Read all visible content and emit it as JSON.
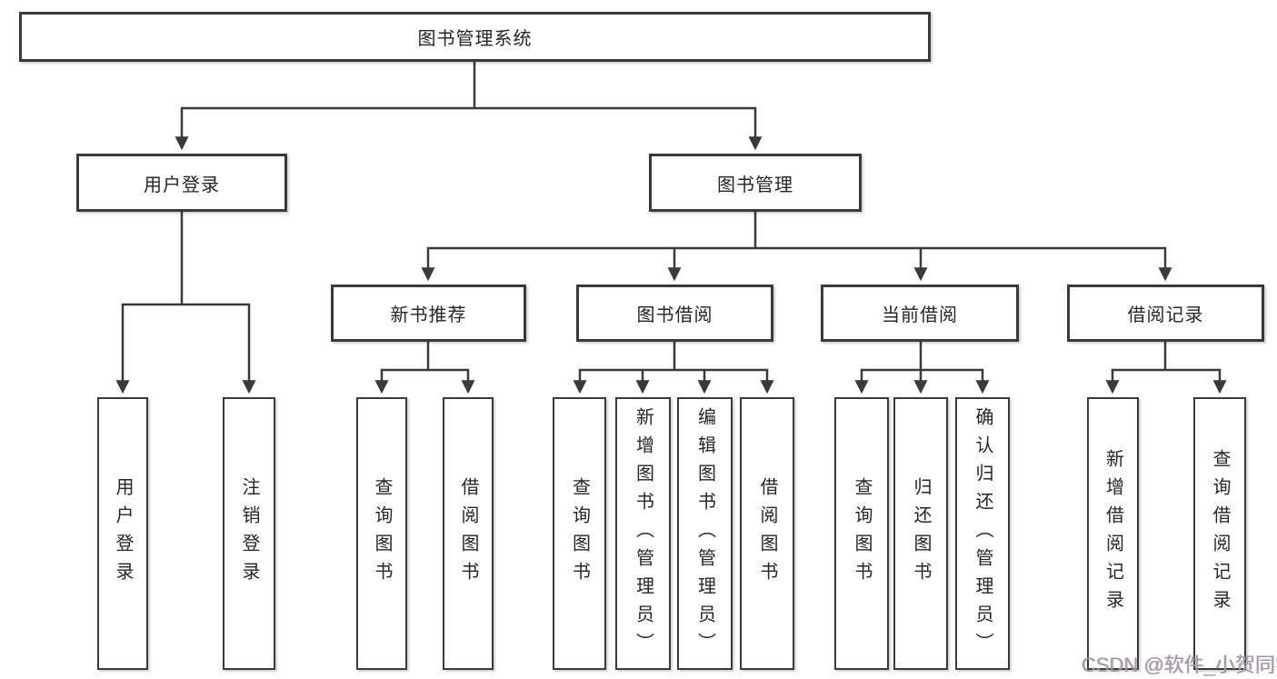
{
  "diagram": {
    "type": "hierarchy-tree",
    "root": {
      "label": "图书管理系统",
      "children": [
        {
          "label": "用户登录",
          "children": [
            {
              "label": "用户登录"
            },
            {
              "label": "注销登录"
            }
          ]
        },
        {
          "label": "图书管理",
          "children": [
            {
              "label": "新书推荐",
              "children": [
                {
                  "label": "查询图书"
                },
                {
                  "label": "借阅图书"
                }
              ]
            },
            {
              "label": "图书借阅",
              "children": [
                {
                  "label": "查询图书"
                },
                {
                  "label": "新增图书（管理员）"
                },
                {
                  "label": "编辑图书（管理员）"
                },
                {
                  "label": "借阅图书"
                }
              ]
            },
            {
              "label": "当前借阅",
              "children": [
                {
                  "label": "查询图书"
                },
                {
                  "label": "归还图书"
                },
                {
                  "label": "确认归还（管理员）"
                }
              ]
            },
            {
              "label": "借阅记录",
              "children": [
                {
                  "label": "新增借阅记录"
                },
                {
                  "label": "查询借阅记录"
                }
              ]
            }
          ]
        }
      ]
    }
  },
  "watermark": "CSDN @软件_小贺同学",
  "colors": {
    "background": "#ffffff",
    "line": "#3a3a3a",
    "box_border": "#3a3a3a",
    "text": "#262626",
    "watermark": "#9b9b9b"
  }
}
